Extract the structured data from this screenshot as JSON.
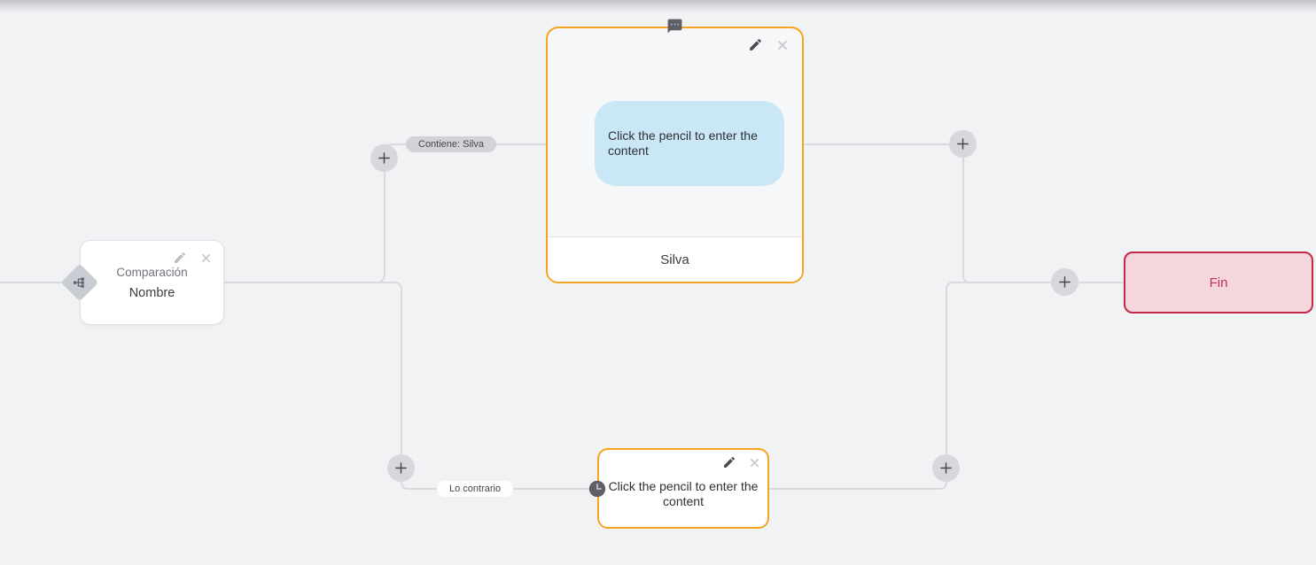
{
  "canvas": {
    "background_color": "#f1f2f4",
    "connector_color": "#d9dade",
    "accent_orange": "#f6a41f",
    "accent_red": "#c22848",
    "bubble_blue": "#cae7f5"
  },
  "comparison_node": {
    "title": "Comparación",
    "subtitle": "Nombre"
  },
  "message_node": {
    "bubble_text": "Click the pencil to enter the content",
    "option_label": "Silva"
  },
  "wait_node": {
    "text": "Click the pencil to enter the content"
  },
  "end_node": {
    "label": "Fin"
  },
  "edge_labels": {
    "true_branch": "Contiene: Silva",
    "false_branch": "Lo contrario"
  }
}
